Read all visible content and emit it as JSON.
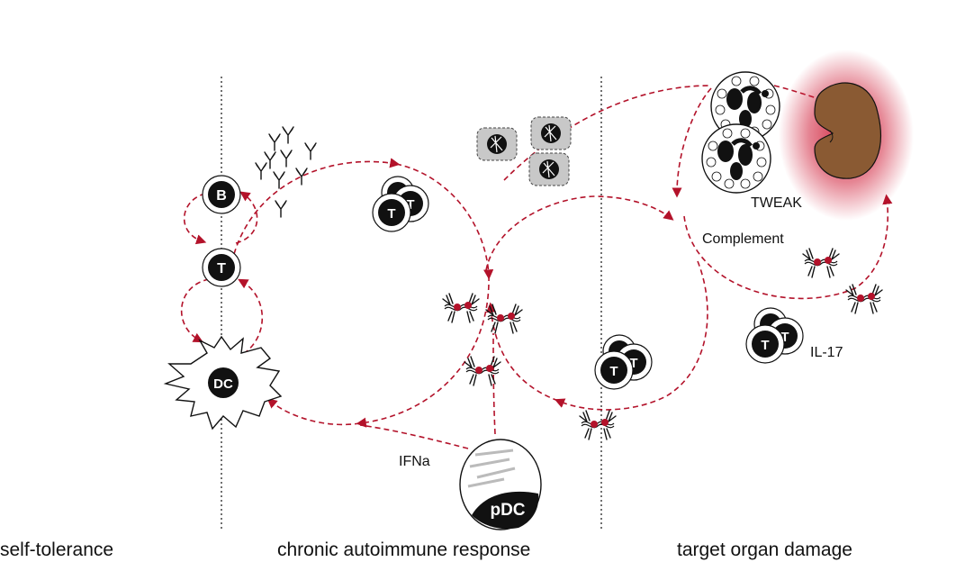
{
  "phases": {
    "left": "self-tolerance",
    "middle": "chronic autoimmune response",
    "right": "target organ damage"
  },
  "cells": {
    "b_cell": "B",
    "t_cell": "T",
    "dendritic_cell": "DC",
    "plasmacytoid_dc": "pDC"
  },
  "mediators": {
    "ifna": "IFNa",
    "tweak": "TWEAK",
    "complement": "Complement",
    "il17": "IL-17"
  },
  "colors": {
    "arrow": "#b3122a",
    "organ": "#8a5a33",
    "inflammation": "#d0203a",
    "cell_fill": "#111111",
    "apoptotic_fill": "#c8c8c8"
  },
  "icons": {
    "antibody": "y-shaped-antibody-icon",
    "immune_complex": "nucleic-acid-immune-complex-icon",
    "apoptotic_cell": "apoptotic-cell-icon",
    "neutrophil": "neutrophil-icon",
    "kidney": "kidney-icon"
  }
}
